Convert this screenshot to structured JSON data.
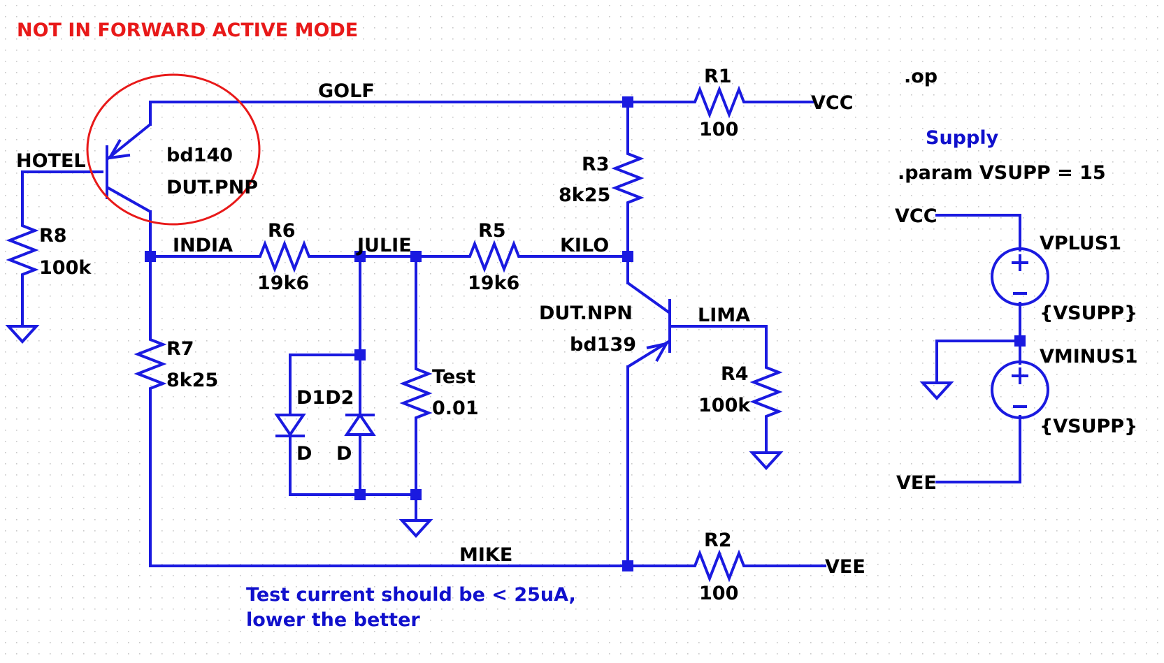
{
  "warning": "NOT IN FORWARD ACTIVE MODE",
  "directive_op": ".op",
  "supply_heading": "Supply",
  "param_directive": ".param VSUPP = 15",
  "note_lines": [
    "Test current should be < 25uA,",
    "lower the better"
  ],
  "nets": {
    "golf": "GOLF",
    "hotel": "HOTEL",
    "india": "INDIA",
    "julie": "JULIE",
    "kilo": "KILO",
    "lima": "LIMA",
    "mike": "MIKE",
    "vcc": "VCC",
    "vee": "VEE",
    "vcc_supply": "VCC",
    "vee_supply": "VEE"
  },
  "components": {
    "r1": {
      "name": "R1",
      "value": "100"
    },
    "r2": {
      "name": "R2",
      "value": "100"
    },
    "r3": {
      "name": "R3",
      "value": "8k25"
    },
    "r4": {
      "name": "R4",
      "value": "100k"
    },
    "r5": {
      "name": "R5",
      "value": "19k6"
    },
    "r6": {
      "name": "R6",
      "value": "19k6"
    },
    "r7": {
      "name": "R7",
      "value": "8k25"
    },
    "r8": {
      "name": "R8",
      "value": "100k"
    },
    "test": {
      "name": "Test",
      "value": "0.01"
    },
    "d1d2": {
      "name": "D1D2",
      "model1": "D",
      "model2": "D"
    },
    "q_pnp": {
      "model": "bd140",
      "name": "DUT.PNP"
    },
    "q_npn": {
      "name": "DUT.NPN",
      "model": "bd139"
    },
    "vplus": {
      "name": "VPLUS1",
      "value": "{VSUPP}"
    },
    "vminus": {
      "name": "VMINUS1",
      "value": "{VSUPP}"
    }
  },
  "colors": {
    "wire": "#1a1ae0",
    "text": "#000000",
    "note": "#1010cc",
    "warning": "#e81919"
  }
}
